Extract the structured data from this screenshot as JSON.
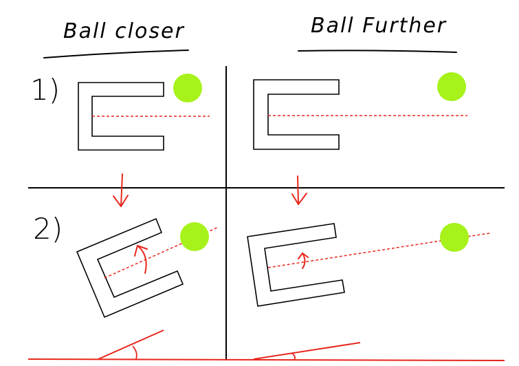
{
  "headings": {
    "left": "Ball closer",
    "right": "Ball Further"
  },
  "steps": {
    "first": "1)",
    "second": "2)"
  },
  "colors": {
    "ink": "#000000",
    "ball": "#a6f21a",
    "dashed_line": "#e8261b",
    "arrow": "#e8261b"
  },
  "icons": {
    "ball": "green-ball-icon",
    "transition": "down-arrow-icon",
    "rotation": "curved-arrow-icon"
  }
}
